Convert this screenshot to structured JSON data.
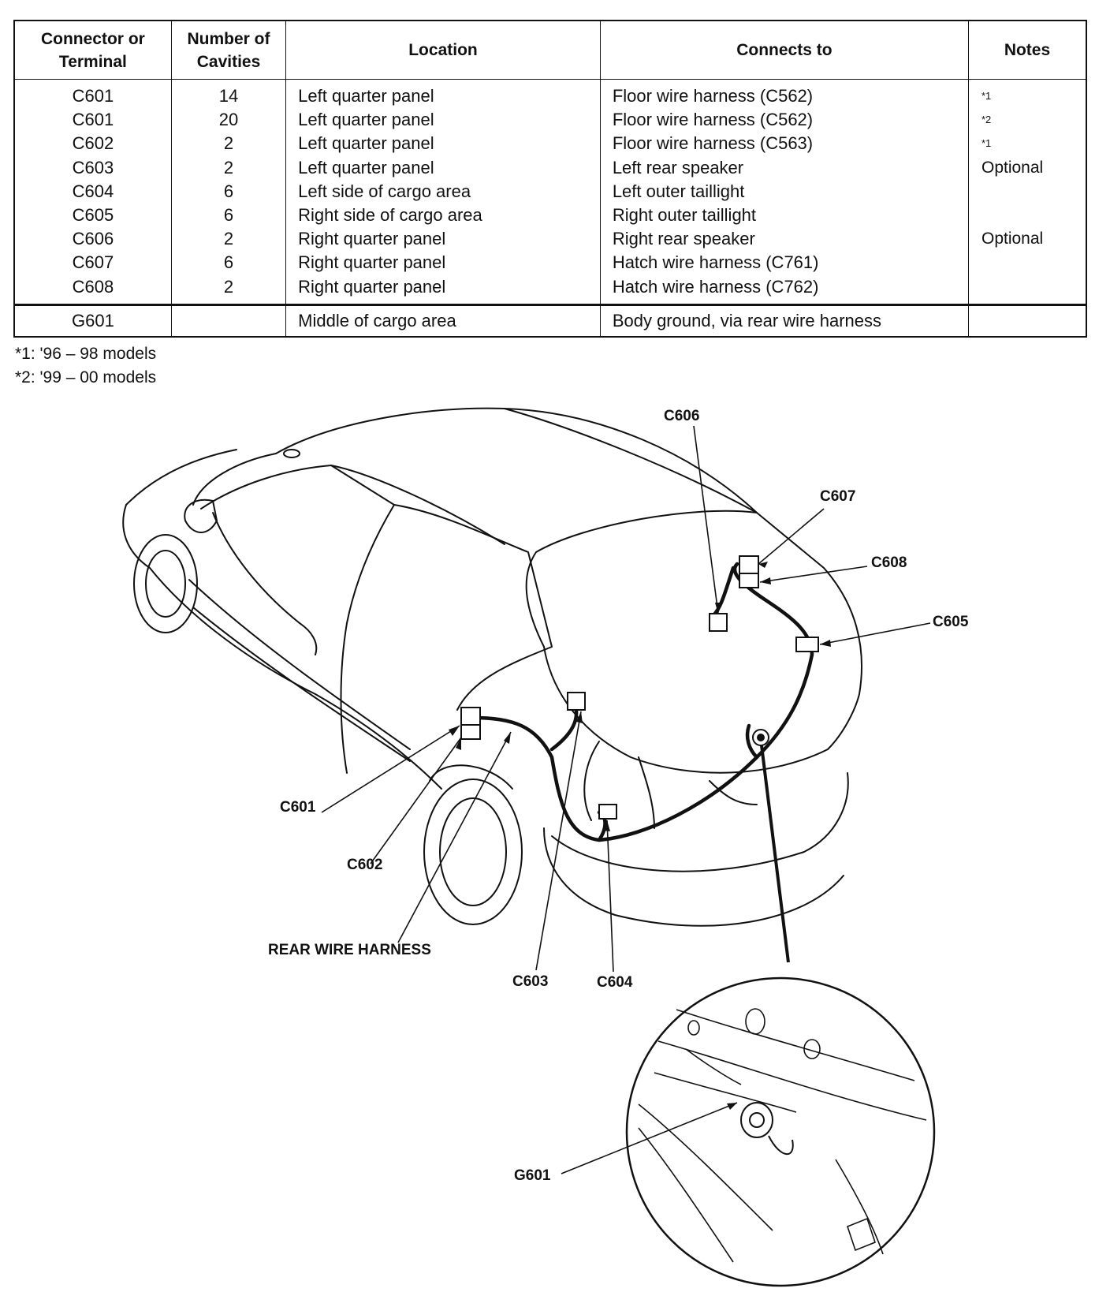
{
  "table": {
    "headers": {
      "terminal": "Connector or Terminal",
      "cavities": "Number of Cavities",
      "location": "Location",
      "connects_to": "Connects to",
      "notes": "Notes"
    },
    "rows": [
      {
        "terminal": "C601",
        "cavities": "14",
        "location": "Left quarter panel",
        "connects_to": "Floor wire harness (C562)",
        "note": "*1"
      },
      {
        "terminal": "C601",
        "cavities": "20",
        "location": "Left quarter panel",
        "connects_to": "Floor wire harness (C562)",
        "note": "*2"
      },
      {
        "terminal": "C602",
        "cavities": "2",
        "location": "Left quarter panel",
        "connects_to": "Floor wire harness (C563)",
        "note": "*1"
      },
      {
        "terminal": "C603",
        "cavities": "2",
        "location": "Left quarter panel",
        "connects_to": "Left rear speaker",
        "note": "Optional"
      },
      {
        "terminal": "C604",
        "cavities": "6",
        "location": "Left side of cargo area",
        "connects_to": "Left outer taillight",
        "note": ""
      },
      {
        "terminal": "C605",
        "cavities": "6",
        "location": "Right side of cargo area",
        "connects_to": "Right outer taillight",
        "note": ""
      },
      {
        "terminal": "C606",
        "cavities": "2",
        "location": "Right quarter panel",
        "connects_to": "Right rear speaker",
        "note": "Optional"
      },
      {
        "terminal": "C607",
        "cavities": "6",
        "location": "Right quarter panel",
        "connects_to": "Hatch wire harness (C761)",
        "note": ""
      },
      {
        "terminal": "C608",
        "cavities": "2",
        "location": "Right quarter panel",
        "connects_to": "Hatch wire harness (C762)",
        "note": ""
      }
    ],
    "ground_row": {
      "terminal": "G601",
      "cavities": "",
      "location": "Middle of cargo area",
      "connects_to": "Body ground, via rear wire harness",
      "note": ""
    }
  },
  "footnotes": [
    "*1: '96 – 98 models",
    "*2: '99 – 00 models"
  ],
  "diagram": {
    "callouts": {
      "c601": "C601",
      "c602": "C602",
      "c603": "C603",
      "c604": "C604",
      "c605": "C605",
      "c606": "C606",
      "c607": "C607",
      "c608": "C608",
      "g601": "G601",
      "harness": "REAR WIRE HARNESS"
    }
  }
}
